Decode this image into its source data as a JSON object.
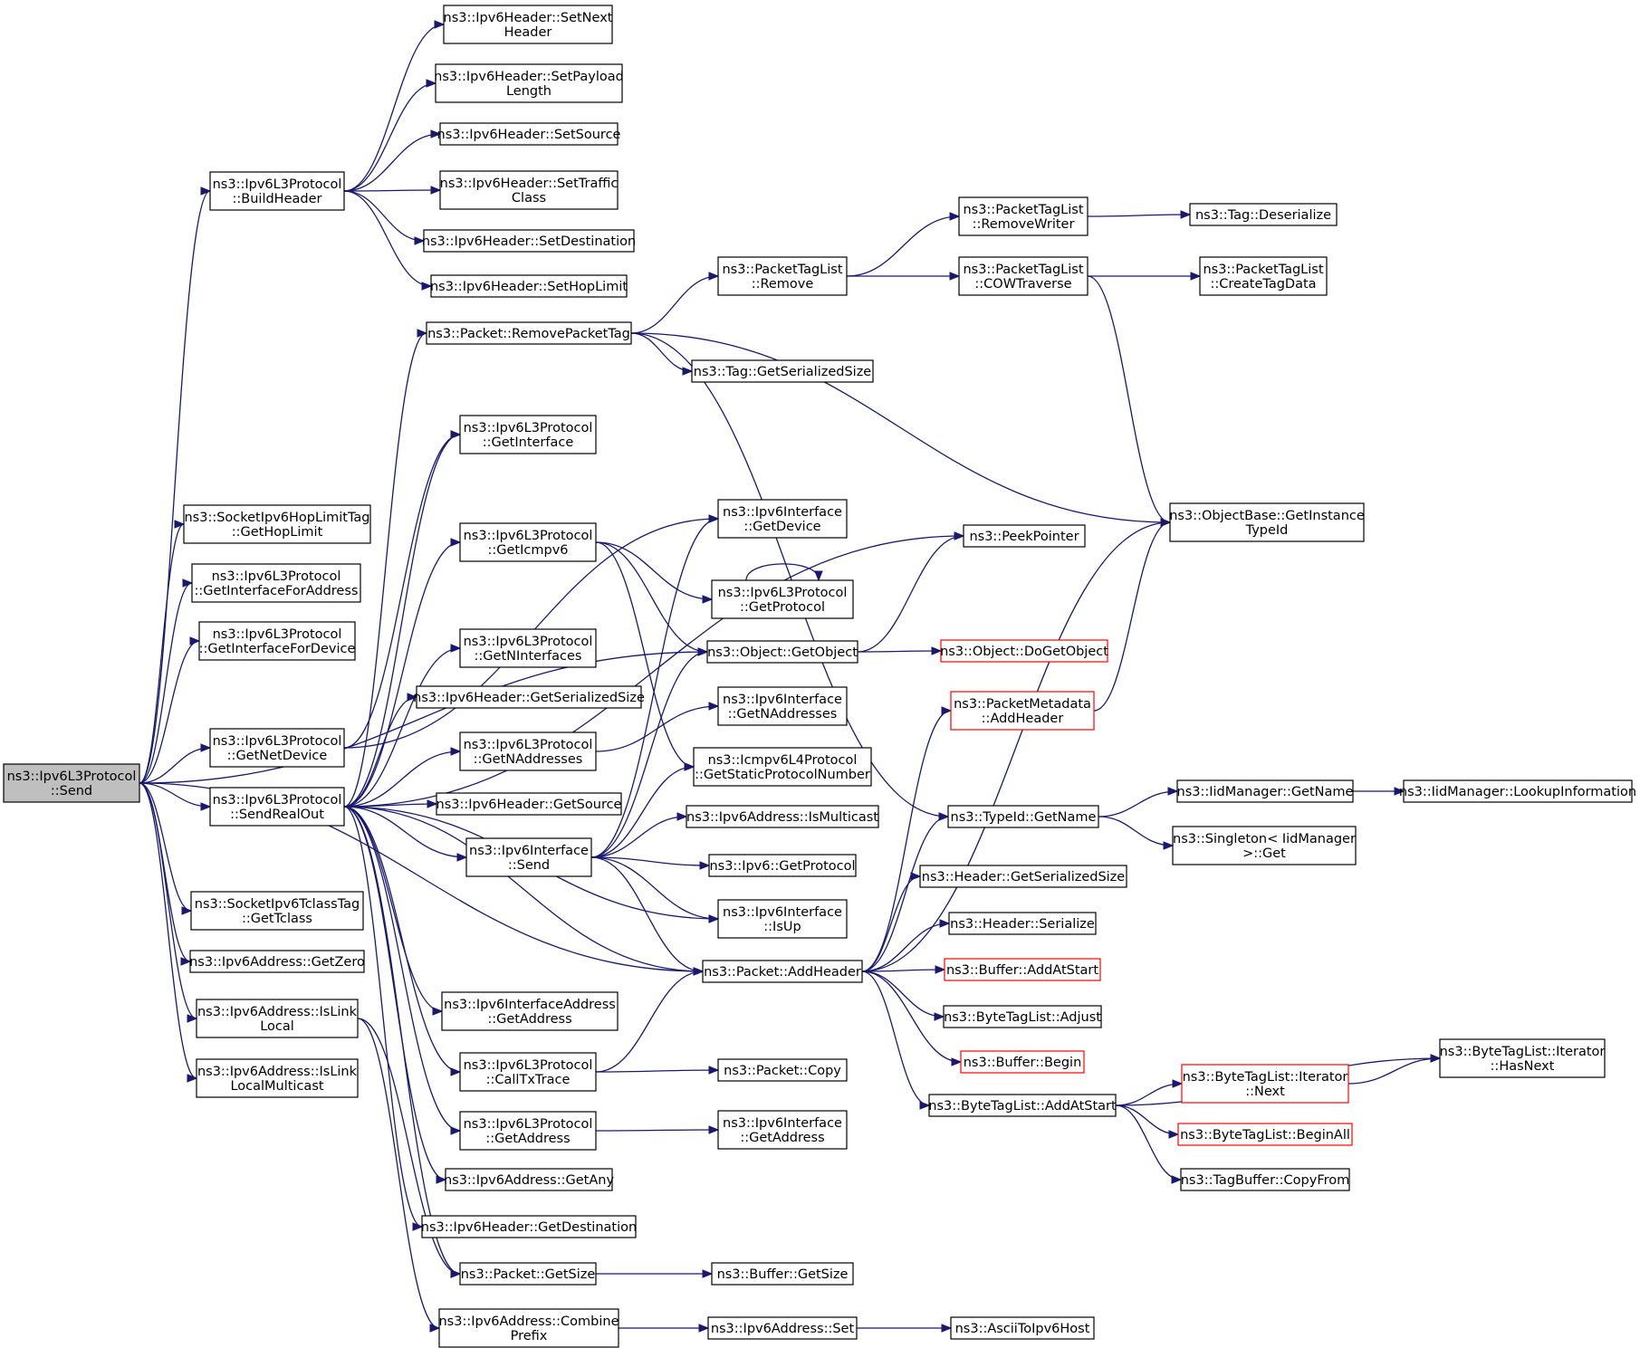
{
  "diagram": {
    "title": "",
    "colors": {
      "edge": "#191970",
      "border": "#000000",
      "truncated_border": "#ff0000",
      "root_fill": "#bfbfbf",
      "node_fill": "#ffffff"
    },
    "nodes": [
      {
        "id": "send",
        "lines": [
          "ns3::Ipv6L3Protocol",
          "::Send"
        ],
        "root": true
      },
      {
        "id": "buildHeader",
        "lines": [
          "ns3::Ipv6L3Protocol",
          "::BuildHeader"
        ]
      },
      {
        "id": "setNextHeader",
        "lines": [
          "ns3::Ipv6Header::SetNext",
          "Header"
        ]
      },
      {
        "id": "setPayloadLength",
        "lines": [
          "ns3::Ipv6Header::SetPayload",
          "Length"
        ]
      },
      {
        "id": "setSource",
        "lines": [
          "ns3::Ipv6Header::SetSource"
        ]
      },
      {
        "id": "setTrafficClass",
        "lines": [
          "ns3::Ipv6Header::SetTraffic",
          "Class"
        ]
      },
      {
        "id": "setDestination",
        "lines": [
          "ns3::Ipv6Header::SetDestination"
        ]
      },
      {
        "id": "setHopLimit",
        "lines": [
          "ns3::Ipv6Header::SetHopLimit"
        ]
      },
      {
        "id": "getHopLimitTag",
        "lines": [
          "ns3::SocketIpv6HopLimitTag",
          "::GetHopLimit"
        ]
      },
      {
        "id": "getIfForAddress",
        "lines": [
          "ns3::Ipv6L3Protocol",
          "::GetInterfaceForAddress"
        ]
      },
      {
        "id": "getIfForDevice",
        "lines": [
          "ns3::Ipv6L3Protocol",
          "::GetInterfaceForDevice"
        ]
      },
      {
        "id": "getNetDevice",
        "lines": [
          "ns3::Ipv6L3Protocol",
          "::GetNetDevice"
        ]
      },
      {
        "id": "sendRealOut",
        "lines": [
          "ns3::Ipv6L3Protocol",
          "::SendRealOut"
        ]
      },
      {
        "id": "getTclass",
        "lines": [
          "ns3::SocketIpv6TclassTag",
          "::GetTclass"
        ]
      },
      {
        "id": "getZero",
        "lines": [
          "ns3::Ipv6Address::GetZero"
        ]
      },
      {
        "id": "isLinkLocal",
        "lines": [
          "ns3::Ipv6Address::IsLink",
          "Local"
        ]
      },
      {
        "id": "isLinkLocalMc",
        "lines": [
          "ns3::Ipv6Address::IsLink",
          "LocalMulticast"
        ]
      },
      {
        "id": "removePacketTag",
        "lines": [
          "ns3::Packet::RemovePacketTag"
        ]
      },
      {
        "id": "getInterface",
        "lines": [
          "ns3::Ipv6L3Protocol",
          "::GetInterface"
        ]
      },
      {
        "id": "getIcmpv6",
        "lines": [
          "ns3::Ipv6L3Protocol",
          "::GetIcmpv6"
        ]
      },
      {
        "id": "getNInterfaces",
        "lines": [
          "ns3::Ipv6L3Protocol",
          "::GetNInterfaces"
        ]
      },
      {
        "id": "hdrGetSerializedSize",
        "lines": [
          "ns3::Ipv6Header::GetSerializedSize"
        ]
      },
      {
        "id": "getNAddressesL3",
        "lines": [
          "ns3::Ipv6L3Protocol",
          "::GetNAddresses"
        ]
      },
      {
        "id": "hdrGetSource",
        "lines": [
          "ns3::Ipv6Header::GetSource"
        ]
      },
      {
        "id": "ifSend",
        "lines": [
          "ns3::Ipv6Interface",
          "::Send"
        ]
      },
      {
        "id": "ifAddrGetAddress",
        "lines": [
          "ns3::Ipv6InterfaceAddress",
          "::GetAddress"
        ]
      },
      {
        "id": "callTxTrace",
        "lines": [
          "ns3::Ipv6L3Protocol",
          "::CallTxTrace"
        ]
      },
      {
        "id": "l3GetAddress",
        "lines": [
          "ns3::Ipv6L3Protocol",
          "::GetAddress"
        ]
      },
      {
        "id": "getAny",
        "lines": [
          "ns3::Ipv6Address::GetAny"
        ]
      },
      {
        "id": "hdrGetDestination",
        "lines": [
          "ns3::Ipv6Header::GetDestination"
        ]
      },
      {
        "id": "packetGetSize",
        "lines": [
          "ns3::Packet::GetSize"
        ]
      },
      {
        "id": "combinePrefix",
        "lines": [
          "ns3::Ipv6Address::Combine",
          "Prefix"
        ]
      },
      {
        "id": "ptlRemove",
        "lines": [
          "ns3::PacketTagList",
          "::Remove"
        ]
      },
      {
        "id": "tagGetSerializedSize",
        "lines": [
          "ns3::Tag::GetSerializedSize"
        ]
      },
      {
        "id": "ifGetDevice",
        "lines": [
          "ns3::Ipv6Interface",
          "::GetDevice"
        ]
      },
      {
        "id": "l3GetProtocol",
        "lines": [
          "ns3::Ipv6L3Protocol",
          "::GetProtocol"
        ]
      },
      {
        "id": "objGetObject",
        "lines": [
          "ns3::Object::GetObject"
        ]
      },
      {
        "id": "ifGetNAddresses",
        "lines": [
          "ns3::Ipv6Interface",
          "::GetNAddresses"
        ]
      },
      {
        "id": "icmpStatic",
        "lines": [
          "ns3::Icmpv6L4Protocol",
          "::GetStaticProtocolNumber"
        ]
      },
      {
        "id": "isMulticast",
        "lines": [
          "ns3::Ipv6Address::IsMulticast"
        ]
      },
      {
        "id": "ipv6GetProtocol",
        "lines": [
          "ns3::Ipv6::GetProtocol"
        ]
      },
      {
        "id": "ifIsUp",
        "lines": [
          "ns3::Ipv6Interface",
          "::IsUp"
        ]
      },
      {
        "id": "addHeader",
        "lines": [
          "ns3::Packet::AddHeader"
        ]
      },
      {
        "id": "packetCopy",
        "lines": [
          "ns3::Packet::Copy"
        ]
      },
      {
        "id": "ifGetAddress",
        "lines": [
          "ns3::Ipv6Interface",
          "::GetAddress"
        ]
      },
      {
        "id": "bufGetSize",
        "lines": [
          "ns3::Buffer::GetSize"
        ]
      },
      {
        "id": "addrSet",
        "lines": [
          "ns3::Ipv6Address::Set"
        ]
      },
      {
        "id": "ptlRemoveWriter",
        "lines": [
          "ns3::PacketTagList",
          "::RemoveWriter"
        ]
      },
      {
        "id": "ptlCOW",
        "lines": [
          "ns3::PacketTagList",
          "::COWTraverse"
        ]
      },
      {
        "id": "peekPointer",
        "lines": [
          "ns3::PeekPointer"
        ]
      },
      {
        "id": "doGetObject",
        "lines": [
          "ns3::Object::DoGetObject"
        ],
        "truncated": true
      },
      {
        "id": "pmAddHeader",
        "lines": [
          "ns3::PacketMetadata",
          "::AddHeader"
        ],
        "truncated": true
      },
      {
        "id": "typeIdGetName",
        "lines": [
          "ns3::TypeId::GetName"
        ]
      },
      {
        "id": "headerGetSerSize",
        "lines": [
          "ns3::Header::GetSerializedSize"
        ]
      },
      {
        "id": "headerSerialize",
        "lines": [
          "ns3::Header::Serialize"
        ]
      },
      {
        "id": "bufAddAtStart",
        "lines": [
          "ns3::Buffer::AddAtStart"
        ],
        "truncated": true
      },
      {
        "id": "btlAdjust",
        "lines": [
          "ns3::ByteTagList::Adjust"
        ]
      },
      {
        "id": "bufBegin",
        "lines": [
          "ns3::Buffer::Begin"
        ],
        "truncated": true
      },
      {
        "id": "btlAddAtStart",
        "lines": [
          "ns3::ByteTagList::AddAtStart"
        ]
      },
      {
        "id": "asciiToIpv6",
        "lines": [
          "ns3::AsciiToIpv6Host"
        ]
      },
      {
        "id": "tagDeserialize",
        "lines": [
          "ns3::Tag::Deserialize"
        ]
      },
      {
        "id": "createTagData",
        "lines": [
          "ns3::PacketTagList",
          "::CreateTagData"
        ]
      },
      {
        "id": "getInstanceTypeId",
        "lines": [
          "ns3::ObjectBase::GetInstance",
          "TypeId"
        ]
      },
      {
        "id": "iidGetName",
        "lines": [
          "ns3::IidManager::GetName"
        ]
      },
      {
        "id": "singletonGet",
        "lines": [
          "ns3::Singleton< IidManager",
          ">::Get"
        ]
      },
      {
        "id": "iidLookup",
        "lines": [
          "ns3::IidManager::LookupInformation"
        ]
      },
      {
        "id": "btlHasNext",
        "lines": [
          "ns3::ByteTagList::Iterator",
          "::HasNext"
        ]
      },
      {
        "id": "btlNext",
        "lines": [
          "ns3::ByteTagList::Iterator",
          "::Next"
        ],
        "truncated": true
      },
      {
        "id": "btlBeginAll",
        "lines": [
          "ns3::ByteTagList::BeginAll"
        ],
        "truncated": true
      },
      {
        "id": "tagBufCopyFrom",
        "lines": [
          "ns3::TagBuffer::CopyFrom"
        ]
      }
    ],
    "edges": [
      [
        "send",
        "buildHeader"
      ],
      [
        "send",
        "getHopLimitTag"
      ],
      [
        "send",
        "getIfForAddress"
      ],
      [
        "send",
        "getIfForDevice"
      ],
      [
        "send",
        "objGetObject"
      ],
      [
        "send",
        "getNetDevice"
      ],
      [
        "send",
        "sendRealOut"
      ],
      [
        "send",
        "addHeader"
      ],
      [
        "send",
        "getTclass"
      ],
      [
        "send",
        "getZero"
      ],
      [
        "send",
        "isLinkLocal"
      ],
      [
        "send",
        "isLinkLocalMc"
      ],
      [
        "buildHeader",
        "setNextHeader"
      ],
      [
        "buildHeader",
        "setPayloadLength"
      ],
      [
        "buildHeader",
        "setSource"
      ],
      [
        "buildHeader",
        "setTrafficClass"
      ],
      [
        "buildHeader",
        "setDestination"
      ],
      [
        "buildHeader",
        "setHopLimit"
      ],
      [
        "getNetDevice",
        "getInterface"
      ],
      [
        "getNetDevice",
        "ifGetDevice"
      ],
      [
        "sendRealOut",
        "removePacketTag"
      ],
      [
        "sendRealOut",
        "getInterface"
      ],
      [
        "sendRealOut",
        "peekPointer"
      ],
      [
        "sendRealOut",
        "getIcmpv6"
      ],
      [
        "sendRealOut",
        "getNInterfaces"
      ],
      [
        "sendRealOut",
        "hdrGetSerializedSize"
      ],
      [
        "sendRealOut",
        "getNAddressesL3"
      ],
      [
        "sendRealOut",
        "hdrGetSource"
      ],
      [
        "sendRealOut",
        "ifSend"
      ],
      [
        "sendRealOut",
        "ifIsUp"
      ],
      [
        "sendRealOut",
        "addHeader"
      ],
      [
        "sendRealOut",
        "ifAddrGetAddress"
      ],
      [
        "sendRealOut",
        "callTxTrace"
      ],
      [
        "sendRealOut",
        "l3GetAddress"
      ],
      [
        "sendRealOut",
        "getAny"
      ],
      [
        "sendRealOut",
        "hdrGetDestination"
      ],
      [
        "sendRealOut",
        "packetGetSize"
      ],
      [
        "isLinkLocal",
        "combinePrefix"
      ],
      [
        "isLinkLocal",
        "packetGetSize"
      ],
      [
        "removePacketTag",
        "ptlRemove"
      ],
      [
        "removePacketTag",
        "tagGetSerializedSize"
      ],
      [
        "removePacketTag",
        "getInstanceTypeId"
      ],
      [
        "removePacketTag",
        "typeIdGetName"
      ],
      [
        "getIcmpv6",
        "l3GetProtocol"
      ],
      [
        "getIcmpv6",
        "objGetObject"
      ],
      [
        "getIcmpv6",
        "icmpStatic"
      ],
      [
        "getNAddressesL3",
        "ifGetNAddresses"
      ],
      [
        "ifSend",
        "ifGetDevice"
      ],
      [
        "ifSend",
        "objGetObject"
      ],
      [
        "ifSend",
        "icmpStatic"
      ],
      [
        "ifSend",
        "isMulticast"
      ],
      [
        "ifSend",
        "ipv6GetProtocol"
      ],
      [
        "ifSend",
        "ifIsUp"
      ],
      [
        "ifSend",
        "addHeader"
      ],
      [
        "callTxTrace",
        "packetCopy"
      ],
      [
        "callTxTrace",
        "addHeader"
      ],
      [
        "l3GetAddress",
        "ifGetAddress"
      ],
      [
        "packetGetSize",
        "bufGetSize"
      ],
      [
        "combinePrefix",
        "addrSet"
      ],
      [
        "ptlRemove",
        "ptlRemoveWriter"
      ],
      [
        "ptlRemove",
        "ptlCOW"
      ],
      [
        "l3GetProtocol",
        "l3GetProtocol"
      ],
      [
        "objGetObject",
        "peekPointer"
      ],
      [
        "objGetObject",
        "doGetObject"
      ],
      [
        "addHeader",
        "pmAddHeader"
      ],
      [
        "addHeader",
        "typeIdGetName"
      ],
      [
        "addHeader",
        "headerGetSerSize"
      ],
      [
        "addHeader",
        "headerSerialize"
      ],
      [
        "addHeader",
        "bufAddAtStart"
      ],
      [
        "addHeader",
        "btlAdjust"
      ],
      [
        "addHeader",
        "bufBegin"
      ],
      [
        "addHeader",
        "btlAddAtStart"
      ],
      [
        "addHeader",
        "getInstanceTypeId"
      ],
      [
        "addrSet",
        "asciiToIpv6"
      ],
      [
        "ptlRemoveWriter",
        "tagDeserialize"
      ],
      [
        "ptlCOW",
        "createTagData"
      ],
      [
        "ptlCOW",
        "getInstanceTypeId"
      ],
      [
        "pmAddHeader",
        "getInstanceTypeId"
      ],
      [
        "typeIdGetName",
        "iidGetName"
      ],
      [
        "typeIdGetName",
        "singletonGet"
      ],
      [
        "iidGetName",
        "iidLookup"
      ],
      [
        "btlAddAtStart",
        "btlHasNext"
      ],
      [
        "btlAddAtStart",
        "btlNext"
      ],
      [
        "btlAddAtStart",
        "btlBeginAll"
      ],
      [
        "btlAddAtStart",
        "tagBufCopyFrom"
      ],
      [
        "btlNext",
        "btlHasNext"
      ]
    ]
  }
}
